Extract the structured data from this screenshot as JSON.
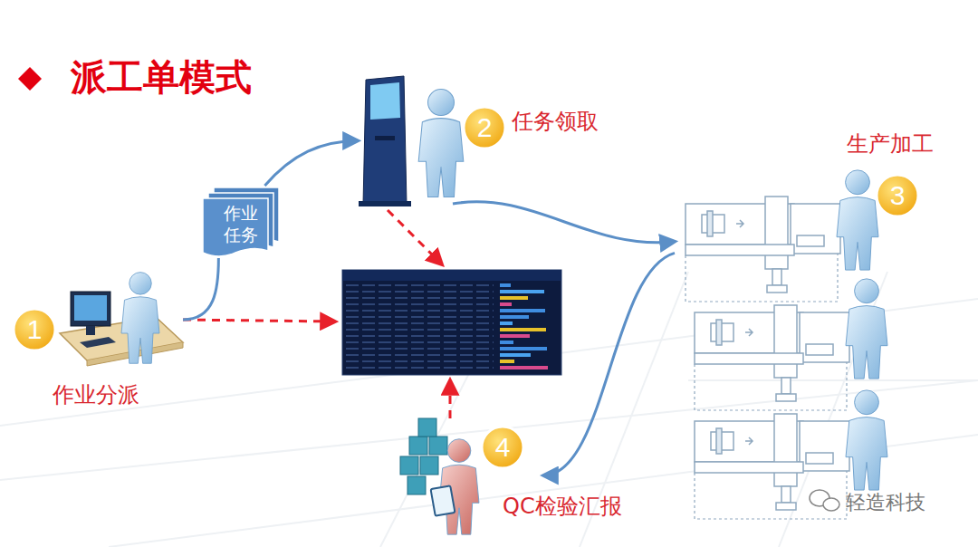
{
  "diagram": {
    "title": "派工单模式",
    "nodes": [
      {
        "text": [
          "作业分派"
        ]
      },
      {
        "text": [
          "作业任务"
        ]
      },
      {
        "text": [
          "任务领取"
        ]
      },
      {
        "text": [
          "生产加工"
        ]
      },
      {
        "text": [
          "QC检验汇报"
        ]
      }
    ],
    "edges": [
      {
        "from": 0,
        "to": 1,
        "arrow": "none"
      },
      {
        "from": 1,
        "to": 2,
        "arrow": "to"
      },
      {
        "from": 2,
        "to": 3,
        "arrow": "to"
      },
      {
        "from": 3,
        "to": 4,
        "arrow": "to"
      }
    ],
    "labels": [
      "1",
      "2",
      "3",
      "4",
      "轻造科技"
    ]
  }
}
